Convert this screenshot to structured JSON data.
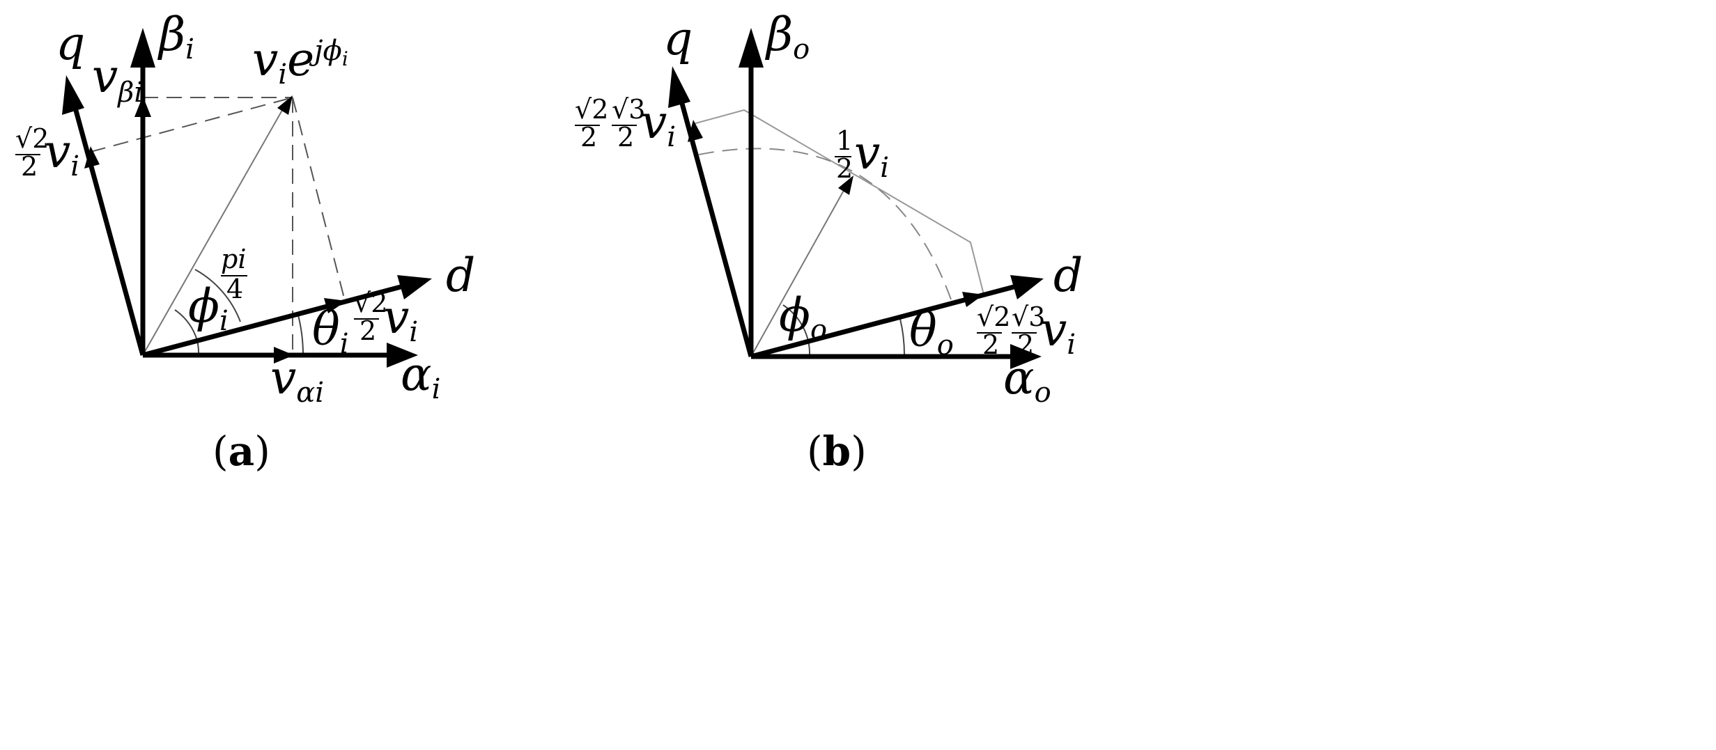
{
  "panel_a": {
    "caption": "(a)",
    "caption_letter": "a",
    "axis_beta": {
      "base": "β",
      "sub": "i"
    },
    "axis_alpha": {
      "base": "α",
      "sub": "i"
    },
    "axis_q": "q",
    "axis_d": "d",
    "vector_label": {
      "base": "v",
      "sub1": "i",
      "e": "e",
      "exp": "jϕ",
      "exp_sub": "i"
    },
    "v_beta": {
      "base": "v",
      "sub": "βi"
    },
    "v_alpha": {
      "base": "v",
      "sub": "αi"
    },
    "q_component": {
      "num": "√2",
      "den": "2",
      "base": "v",
      "sub": "i"
    },
    "d_component": {
      "num": "√2",
      "den": "2",
      "base": "v",
      "sub": "i"
    },
    "phi_label": {
      "base": "ϕ",
      "sub": "i"
    },
    "theta_label": {
      "base": "θ",
      "sub": "i"
    },
    "pi4_label": {
      "num": "pi",
      "den": "4"
    }
  },
  "panel_b": {
    "caption": "(b)",
    "caption_letter": "b",
    "axis_beta": {
      "base": "β",
      "sub": "o"
    },
    "axis_alpha": {
      "base": "α",
      "sub": "o"
    },
    "axis_q": "q",
    "axis_d": "d",
    "q_component": {
      "num1": "√2",
      "den1": "2",
      "num2": "√3",
      "den2": "2",
      "base": "v",
      "sub": "i"
    },
    "d_component": {
      "num1": "√2",
      "den1": "2",
      "num2": "√3",
      "den2": "2",
      "base": "v",
      "sub": "i"
    },
    "half_label": {
      "num": "1",
      "den": "2",
      "base": "v",
      "sub": "i"
    },
    "phi_label": {
      "base": "ϕ",
      "sub": "o"
    },
    "theta_label": {
      "base": "θ",
      "sub": "o"
    }
  }
}
